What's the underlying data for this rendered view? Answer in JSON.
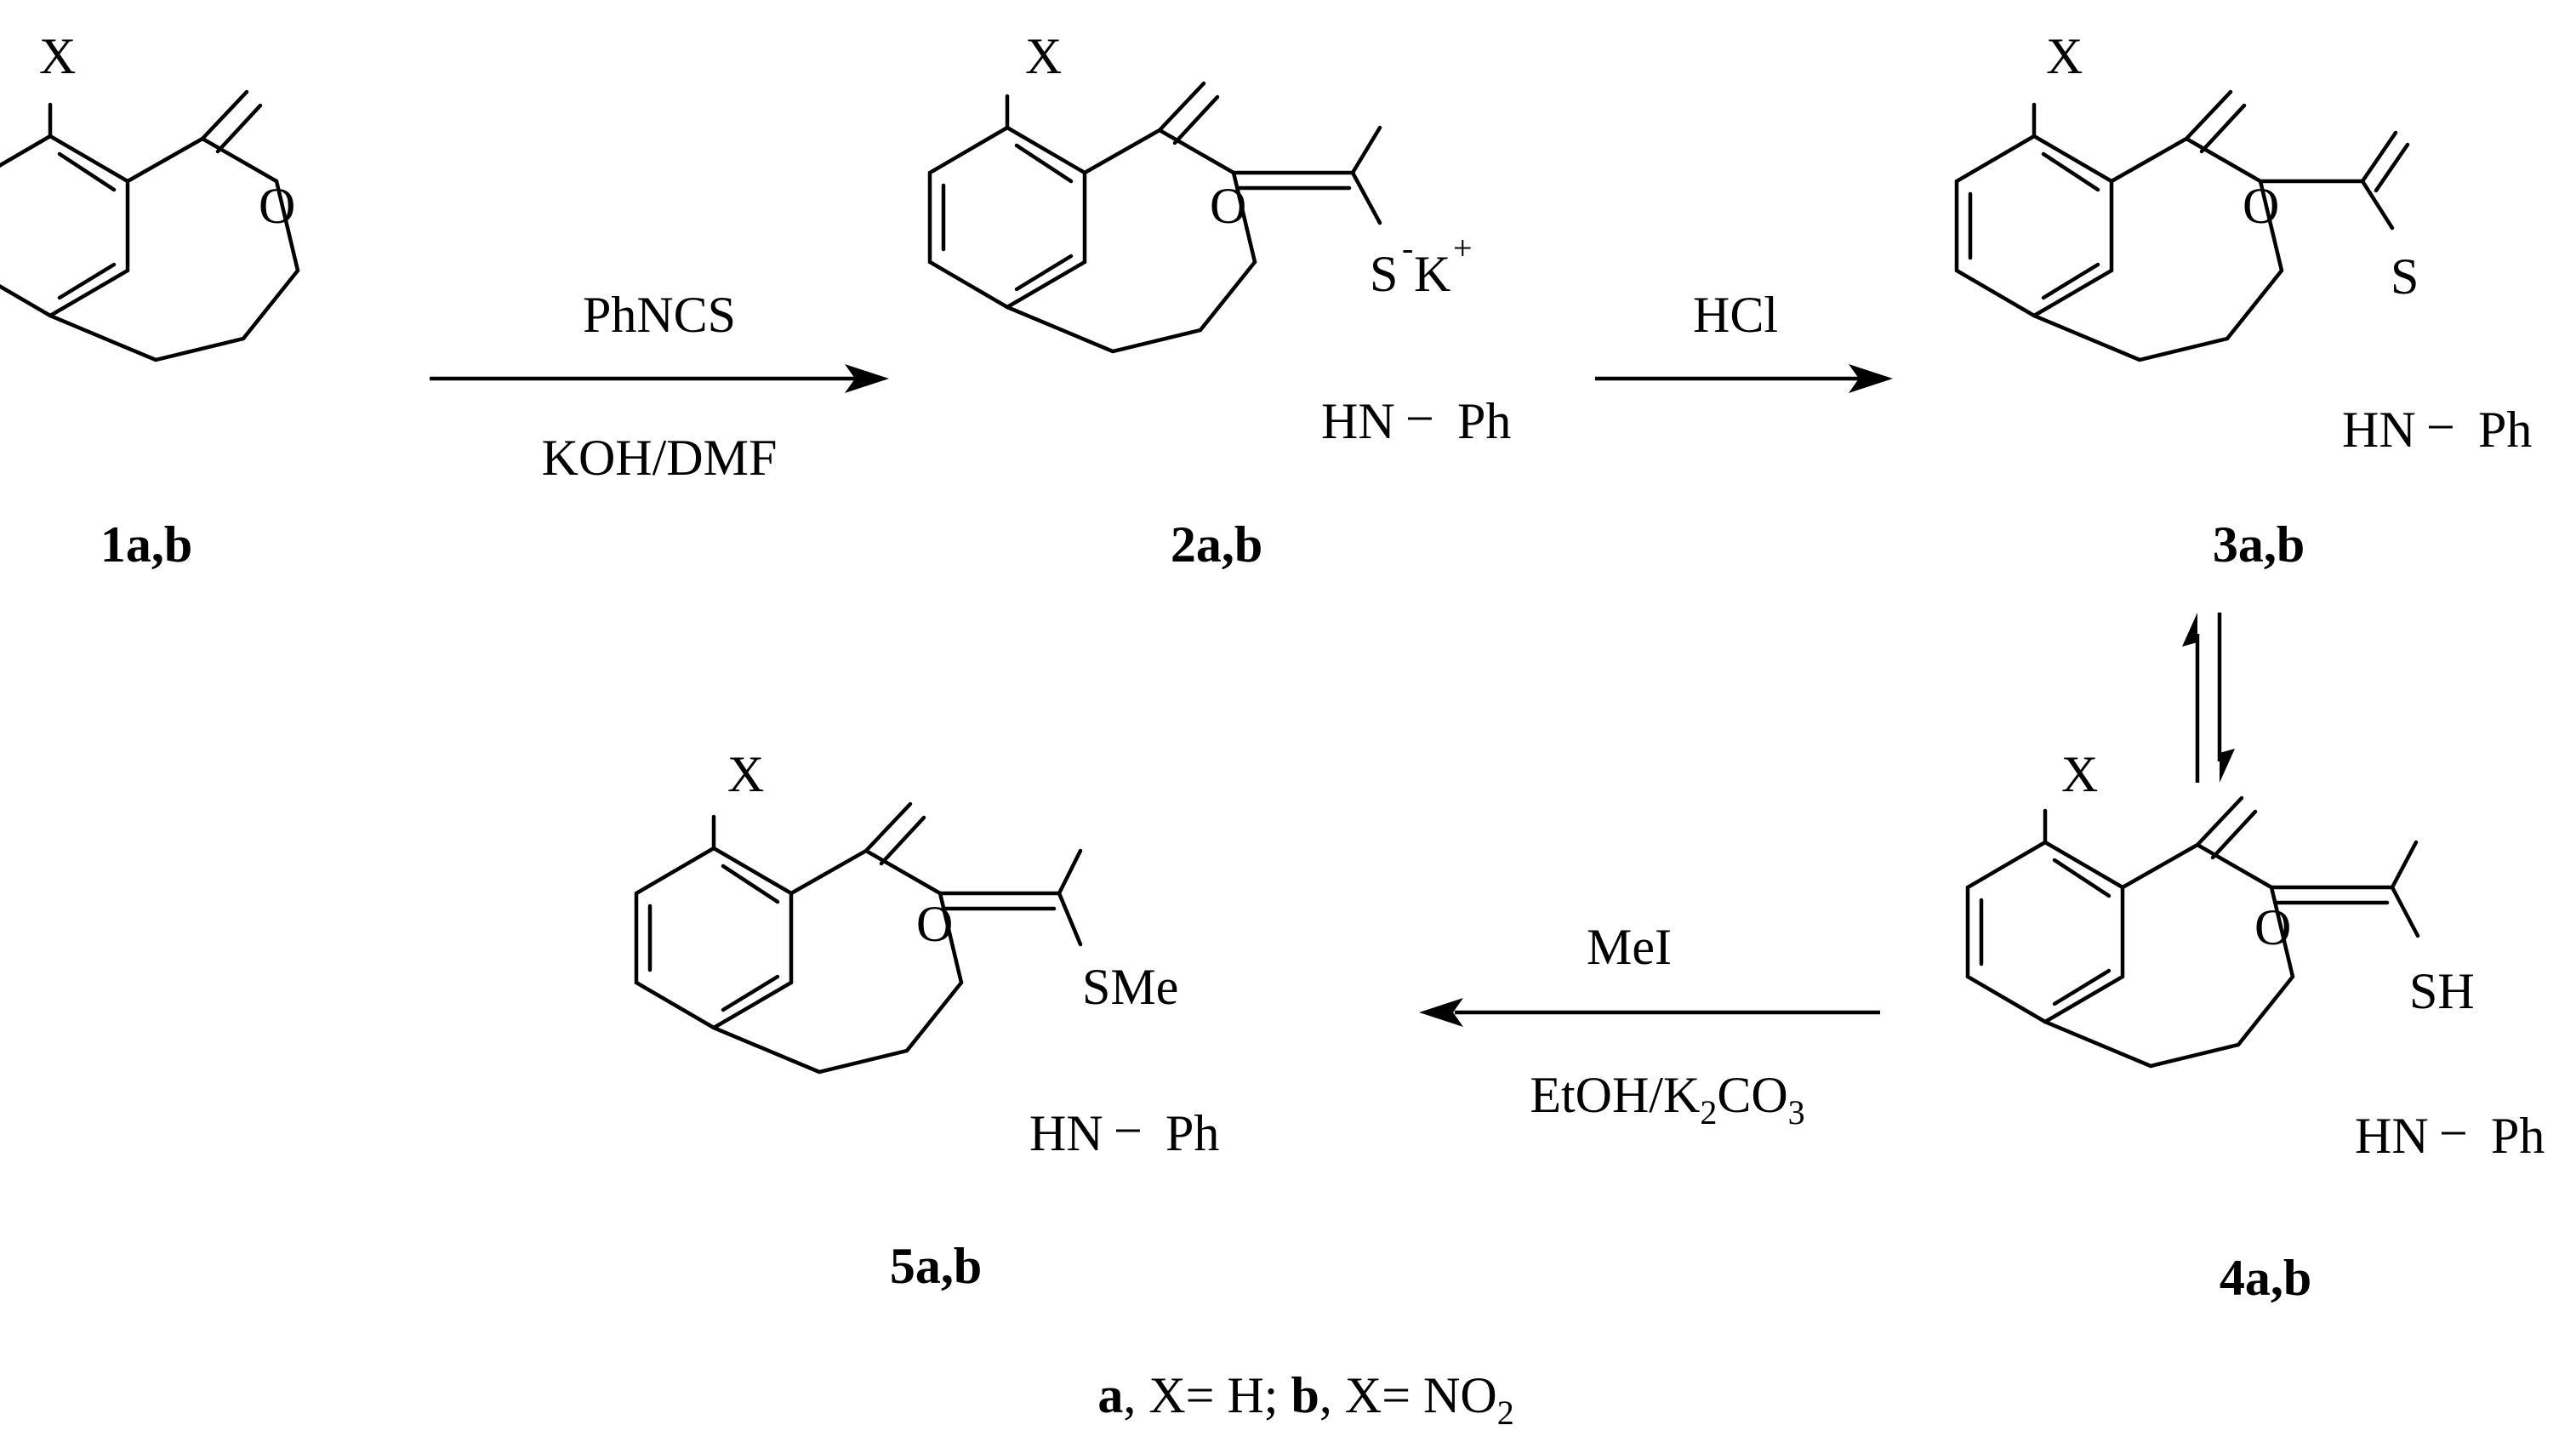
{
  "compounds": {
    "c1": {
      "label": "1a,b",
      "substituent": "X",
      "carbonyl": "O"
    },
    "c2": {
      "label": "2a,b",
      "substituent": "X",
      "carbonyl": "O",
      "thio": "S",
      "thio_charge": "-",
      "counterion": "K",
      "counterion_charge": "+",
      "amine": "HN",
      "dash": "−",
      "aryl": "Ph"
    },
    "c3": {
      "label": "3a,b",
      "substituent": "X",
      "carbonyl": "O",
      "thio": "S",
      "amine": "HN",
      "dash": "−",
      "aryl": "Ph"
    },
    "c4": {
      "label": "4a,b",
      "substituent": "X",
      "carbonyl": "O",
      "thio": "SH",
      "amine": "HN",
      "dash": "−",
      "aryl": "Ph"
    },
    "c5": {
      "label": "5a,b",
      "substituent": "X",
      "carbonyl": "O",
      "thio": "SMe",
      "amine": "HN",
      "dash": "−",
      "aryl": "Ph"
    }
  },
  "reactions": {
    "r1": {
      "above": "PhNCS",
      "below": "KOH/DMF"
    },
    "r2": {
      "above": "HCl"
    },
    "r4": {
      "above": "MeI",
      "below_main": "EtOH/K",
      "below_sub1": "2",
      "below_mid": "CO",
      "below_sub2": "3"
    }
  },
  "footnote": {
    "a": "a",
    "a_text": ", X= H; ",
    "b": "b",
    "b_text": ", X= NO",
    "b_sub": "2"
  }
}
